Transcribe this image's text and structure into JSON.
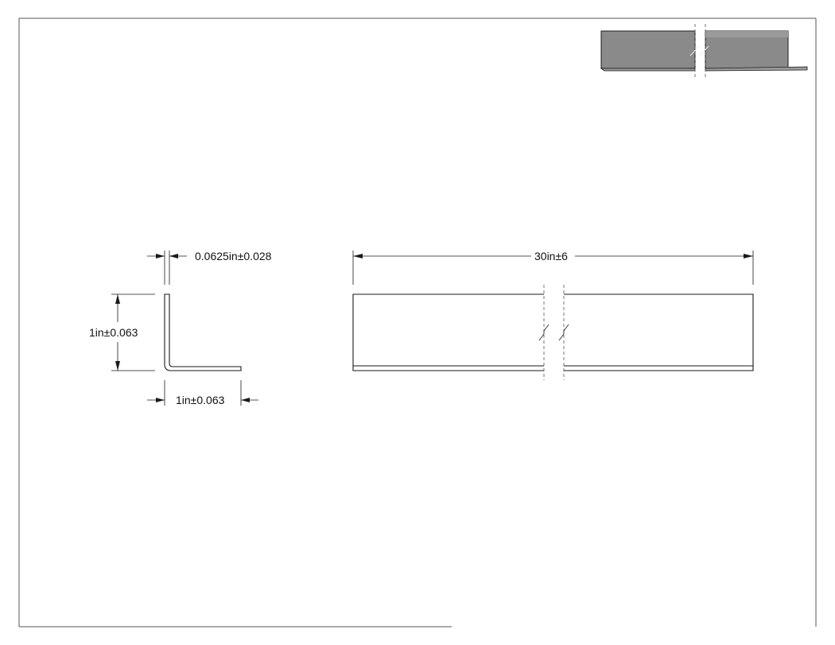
{
  "dimensions": {
    "thickness": "0.0625in±0.028",
    "length": "30in±6",
    "leg_height": "1in±0.063",
    "leg_width": "1in±0.063"
  },
  "colors": {
    "line": "#1a1a1a",
    "iso_fill": "#8a8a8a",
    "border": "#555555"
  }
}
